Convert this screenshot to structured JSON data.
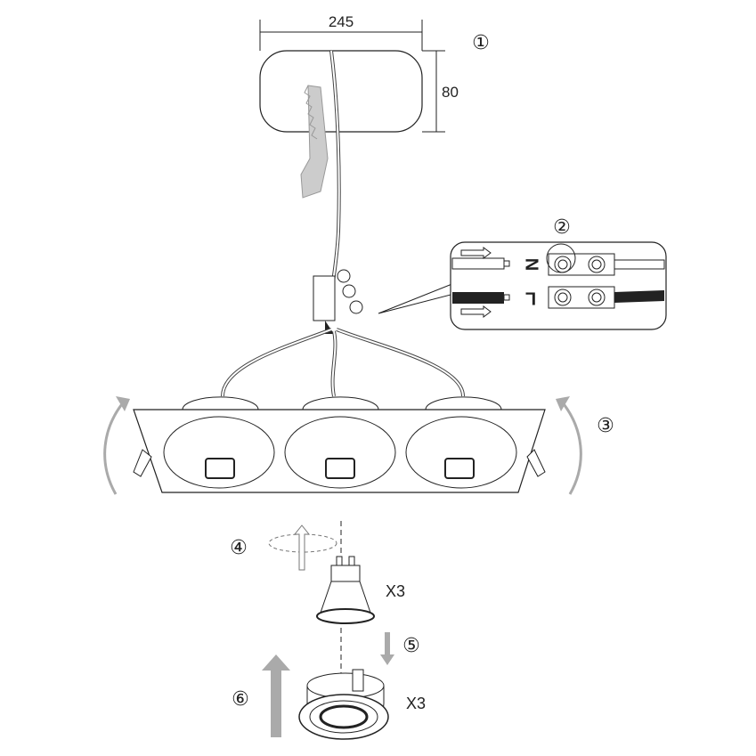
{
  "dimensions": {
    "width": "245",
    "height": "80"
  },
  "steps": [
    "①",
    "②",
    "③",
    "④",
    "⑤",
    "⑥"
  ],
  "terminal_labels": {
    "neutral": "N",
    "live": "L"
  },
  "quantities": {
    "lamp": "X3",
    "holder": "X3"
  },
  "colors": {
    "line": "#222222",
    "gray": "#aaaaaa",
    "wire_black": "#222222"
  }
}
